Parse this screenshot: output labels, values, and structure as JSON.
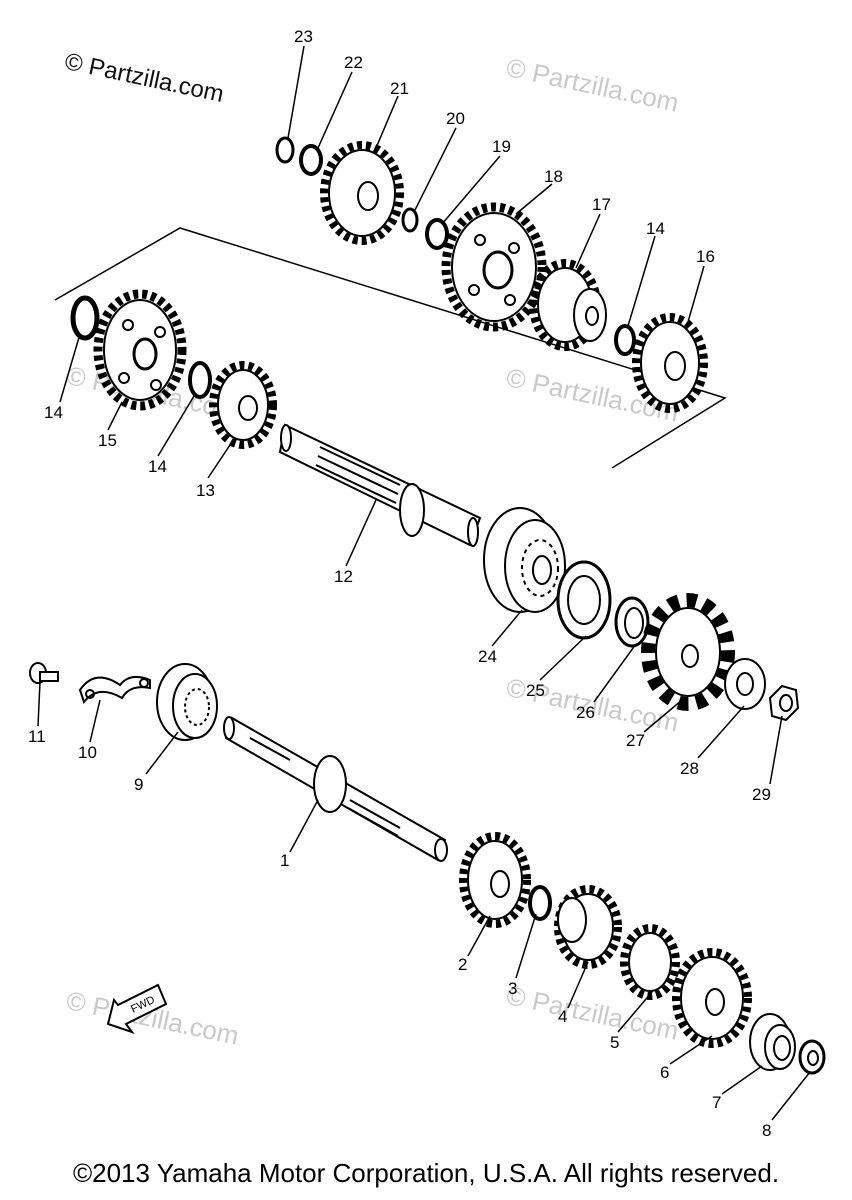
{
  "watermark_main": "© Partzilla.com",
  "watermark_faint": "© Partzilla.com",
  "footer": "©2013 Yamaha Motor Corporation, U.S.A. All rights reserved.",
  "fwd_label": "FWD",
  "callouts": {
    "c1": "1",
    "c2": "2",
    "c3": "3",
    "c4": "4",
    "c5": "5",
    "c6": "6",
    "c7": "7",
    "c8": "8",
    "c9": "9",
    "c10": "10",
    "c11": "11",
    "c12": "12",
    "c13": "13",
    "c14a": "14",
    "c14b": "14",
    "c14c": "14",
    "c15": "15",
    "c16": "16",
    "c17": "17",
    "c18": "18",
    "c19": "19",
    "c20": "20",
    "c21": "21",
    "c22": "22",
    "c23": "23",
    "c24": "24",
    "c25": "25",
    "c26": "26",
    "c27": "27",
    "c28": "28",
    "c29": "29"
  }
}
